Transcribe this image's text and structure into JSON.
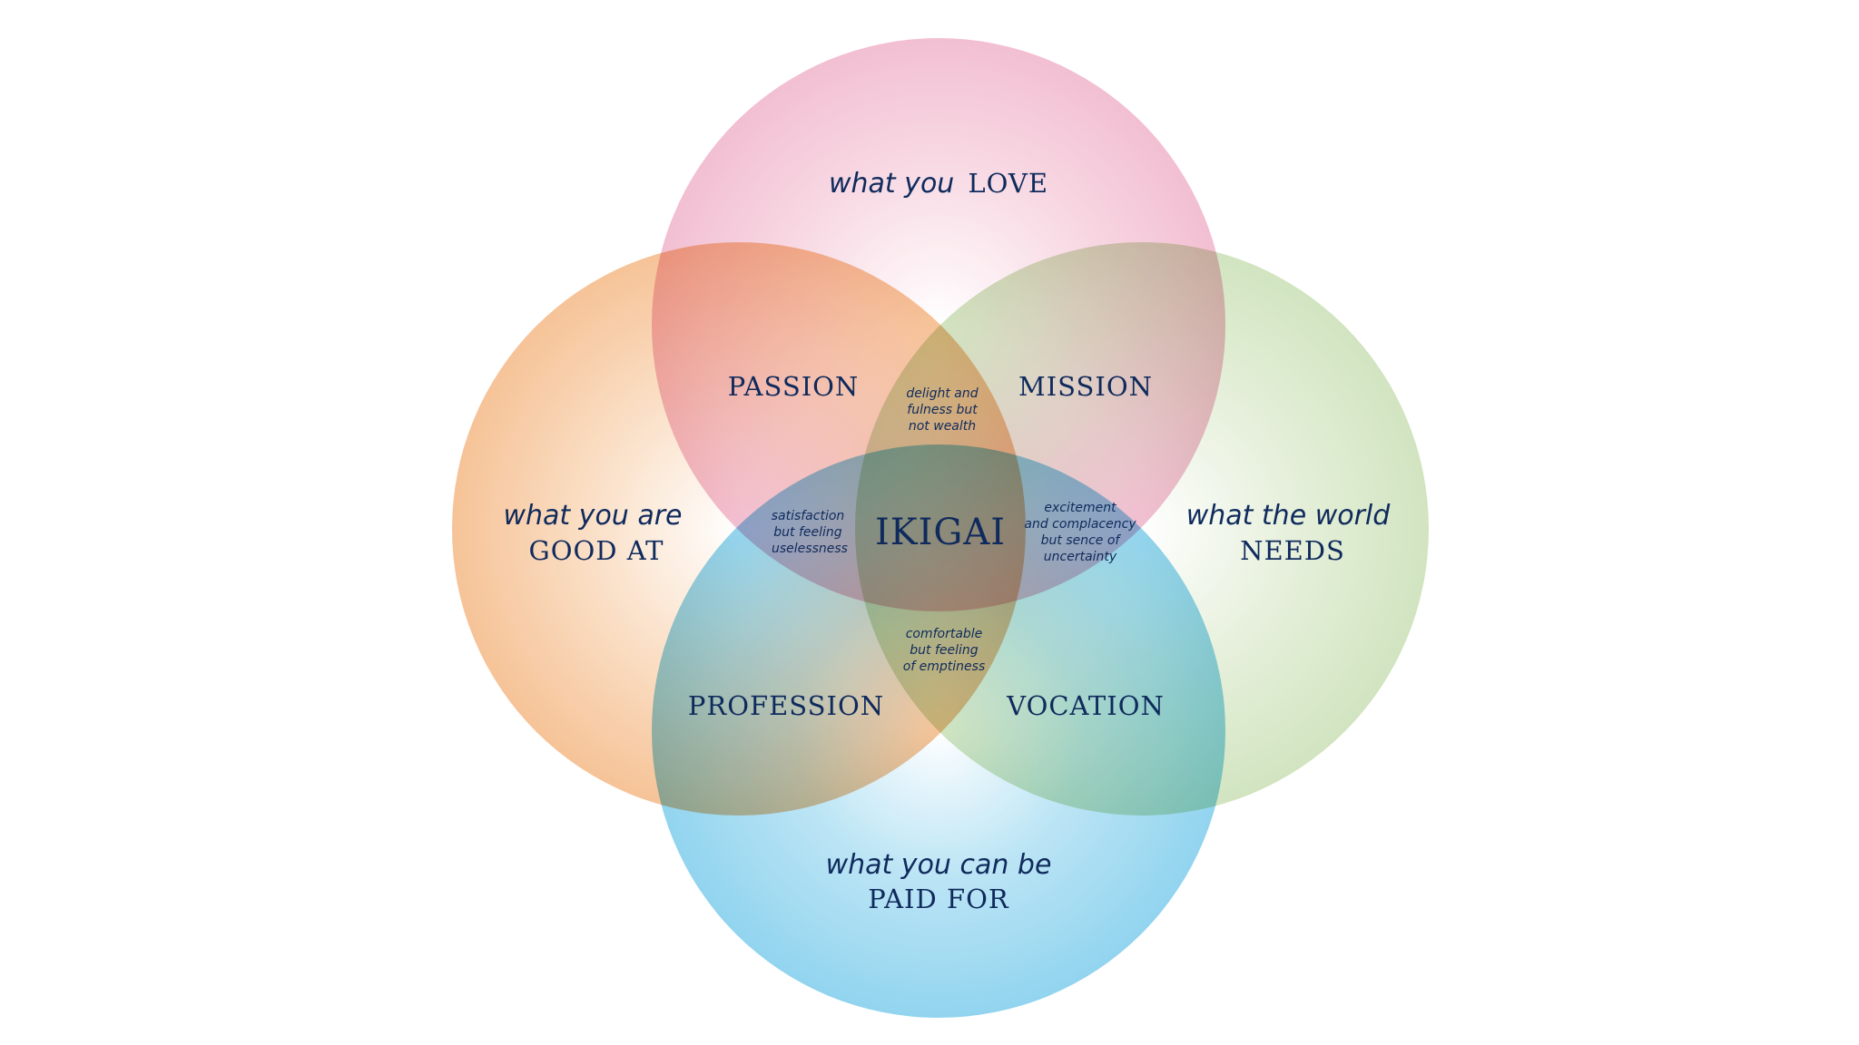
{
  "diagram": {
    "circles": [
      {
        "id": "love",
        "color": "#f2bcd0",
        "line1": "what you",
        "line2": "LOVE"
      },
      {
        "id": "good",
        "color": "#f7c79c",
        "line1": "what you are",
        "line2": "GOOD AT"
      },
      {
        "id": "world",
        "color": "#d3e5c2",
        "line1": "what the world",
        "line2": "NEEDS"
      },
      {
        "id": "paid",
        "color": "#8dd3ee",
        "line1": "what you can be",
        "line2": "PAID FOR"
      }
    ],
    "overlaps": {
      "passion": "PASSION",
      "mission": "MISSION",
      "profession": "PROFESSION",
      "vocation": "VOCATION",
      "center": "IKIGAI"
    },
    "notes": {
      "top": [
        "delight and",
        "fulness but",
        "not wealth"
      ],
      "left": [
        "satisfaction",
        "but feeling",
        "uselessness"
      ],
      "right": [
        "excitement",
        "and complacency",
        "but sence of",
        "uncertainty"
      ],
      "bottom": [
        "comfortable",
        "but feeling",
        "of emptiness"
      ]
    },
    "text_color": "#0f2a5c"
  }
}
